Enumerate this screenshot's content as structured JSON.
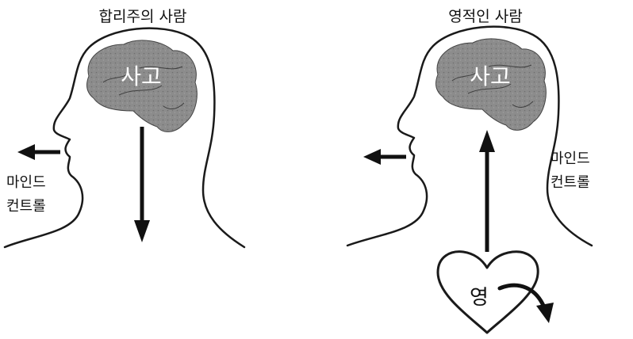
{
  "left_panel": {
    "title": "합리주의 사람",
    "brain_label": "사고",
    "side_label_line1": "마인드",
    "side_label_line2": "컨트롤"
  },
  "right_panel": {
    "title": "영적인 사람",
    "brain_label": "사고",
    "side_label_line1": "마인드",
    "side_label_line2": "컨트롤",
    "heart_label": "영"
  },
  "colors": {
    "outline": "#1a1a1a",
    "brain_fill": "#8a8a8a",
    "background": "#ffffff"
  }
}
